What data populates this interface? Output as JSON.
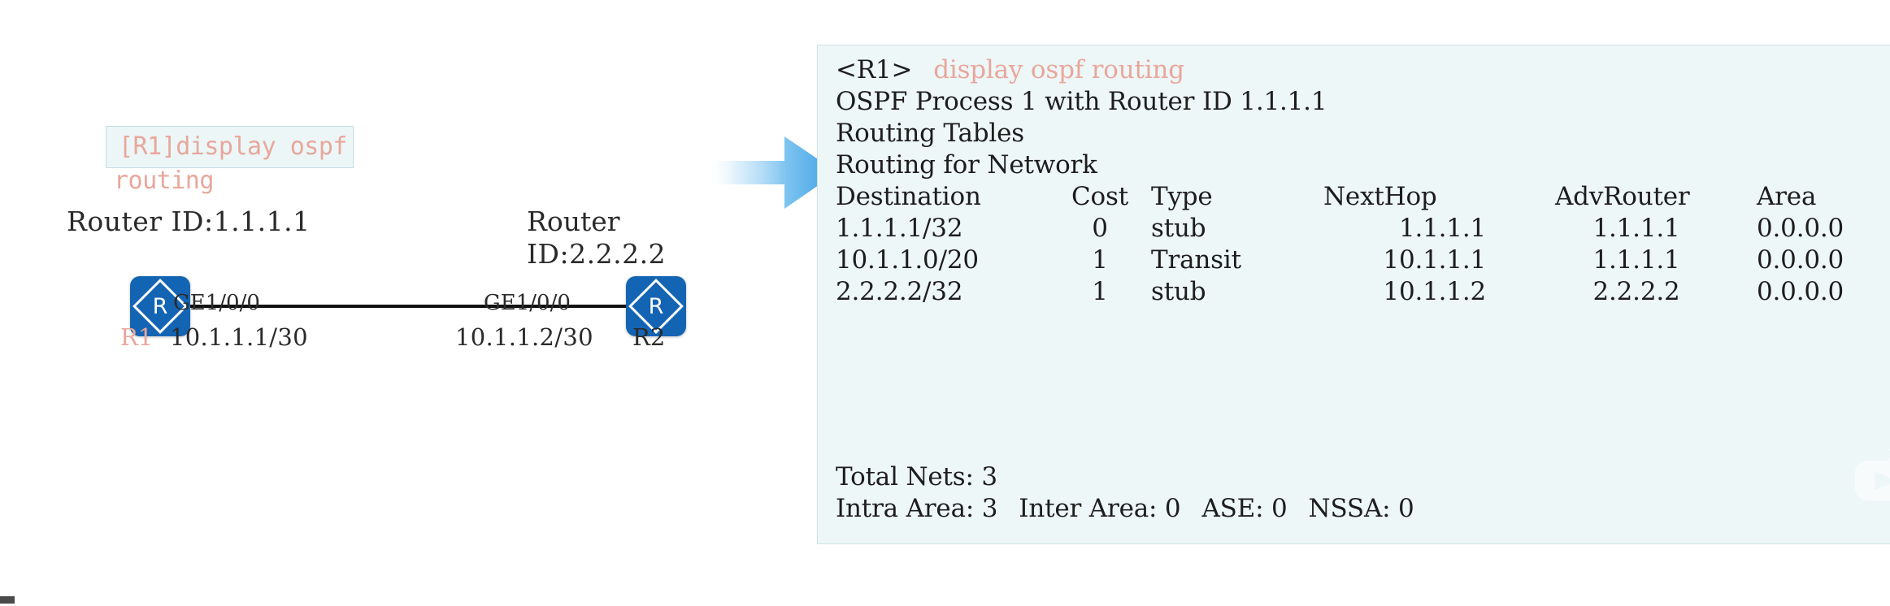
{
  "diagram": {
    "command_box": {
      "line1": "[R1]display ospf",
      "line2": "routing",
      "bg_color": "#edf6f7",
      "border_color": "#c3dde2",
      "text_color": "#e8a79b"
    },
    "r1": {
      "router_id_label": "Router ID:1.1.1.1",
      "name": "R1",
      "name_color": "#e8a79b",
      "interface": "GE1/0/0",
      "ip": "10.1.1.1/30",
      "icon": "router-icon",
      "icon_color": "#1464b4",
      "icon_letter": "R"
    },
    "r2": {
      "router_id_line1": "Router",
      "router_id_line2": "ID:2.2.2.2",
      "name": "R2",
      "name_color": "#2a2a2a",
      "interface": "GE1/0/0",
      "ip": "10.1.1.2/30",
      "icon": "router-icon",
      "icon_color": "#1464b4",
      "icon_letter": "R"
    },
    "link": {
      "color": "#111111"
    },
    "arrow": {
      "name": "flow-arrow",
      "color_start": "#ffffff",
      "color_end": "#3aa0e6"
    }
  },
  "output_panel": {
    "bg_color": "#eef7f8",
    "border_color": "#cfe3e7",
    "accent_color": "#e8a79b",
    "prompt": "<R1>",
    "command": "display ospf routing",
    "process_line": "OSPF Process 1 with Router ID 1.1.1.1",
    "tables_line": "Routing Tables",
    "network_line": "Routing for Network",
    "table": {
      "headers": {
        "destination": "Destination",
        "cost": "Cost",
        "type": "Type",
        "nexthop": "NextHop",
        "advrouter": "AdvRouter",
        "area": "Area"
      },
      "header_accent": [
        "destination",
        "cost",
        "nexthop"
      ],
      "rows": [
        {
          "destination": "1.1.1.1/32",
          "cost": "0",
          "type": "stub",
          "nexthop": "1.1.1.1",
          "advrouter": "1.1.1.1",
          "area": "0.0.0.0"
        },
        {
          "destination": "10.1.1.0/20",
          "cost": "1",
          "type": "Transit",
          "nexthop": "10.1.1.1",
          "advrouter": "1.1.1.1",
          "area": "0.0.0.0"
        },
        {
          "destination": "2.2.2.2/32",
          "cost": "1",
          "type": "stub",
          "nexthop": "10.1.1.2",
          "advrouter": "2.2.2.2",
          "area": "0.0.0.0"
        }
      ]
    },
    "summary": {
      "total_nets": "Total Nets: 3",
      "intra_area": "Intra Area: 3",
      "inter_area": "Inter Area: 0",
      "ase": "ASE: 0",
      "nssa": "NSSA: 0"
    }
  }
}
